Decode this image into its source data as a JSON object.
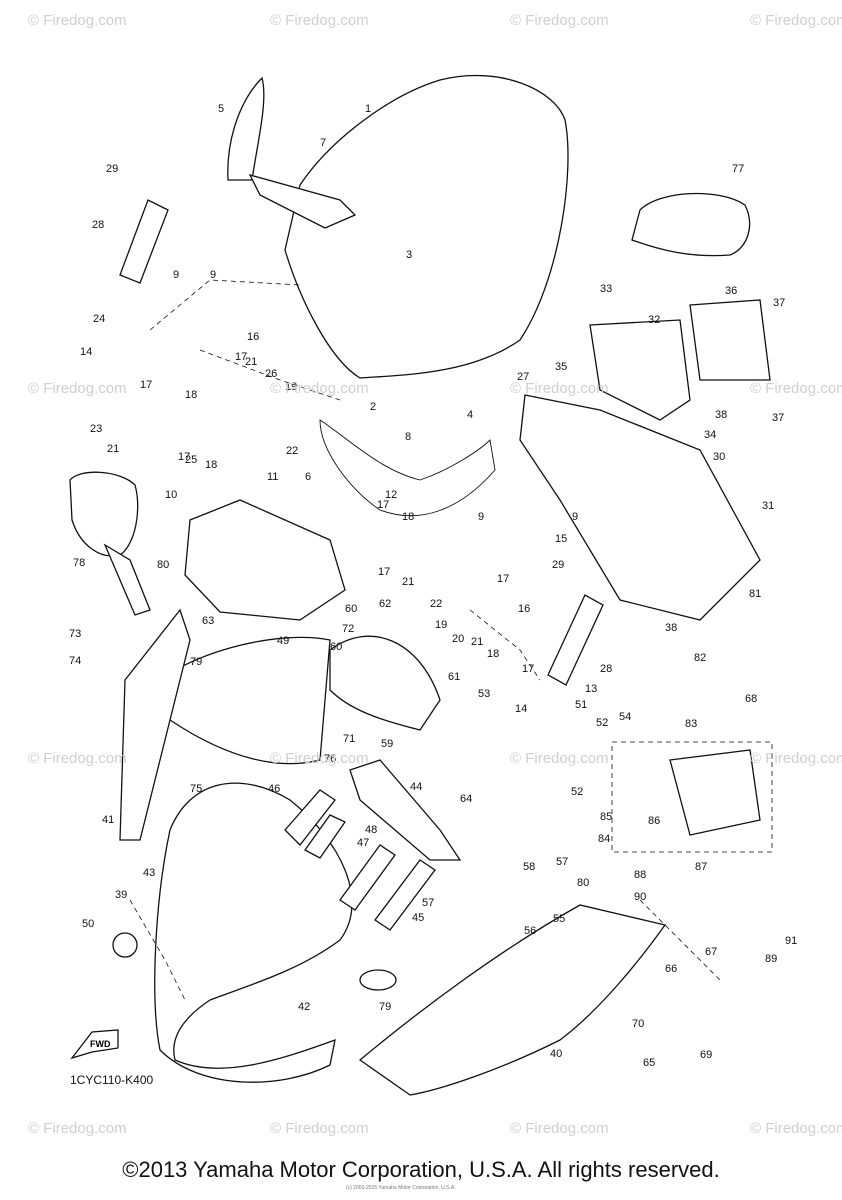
{
  "watermarks": [
    "© Firedog.com",
    "© Firedog.com",
    "© Firedog.com",
    "© Firedog.com",
    "© Firedog.com",
    "© Firedog.com",
    "© Firedog.com",
    "© Firedog.com",
    "© Firedog.com",
    "© Firedog.com",
    "© Firedog.com",
    "© Firedog.com",
    "© Firedog.com",
    "© Firedog.com",
    "© Firedog.com",
    "© Firedog.com"
  ],
  "diagram_code": "1CYC110-K400",
  "fwd_label": "FWD",
  "copyright": "©2013 Yamaha Motor Corporation, U.S.A. All rights reserved.",
  "fine_print": "(c) 2003-2015 Yamaha Motor Corporation, U.S.A.",
  "callouts": [
    "1",
    "2",
    "3",
    "4",
    "5",
    "6",
    "7",
    "8",
    "9",
    "9",
    "9",
    "9",
    "10",
    "11",
    "12",
    "13",
    "14",
    "14",
    "15",
    "16",
    "16",
    "17",
    "17",
    "17",
    "17",
    "17",
    "17",
    "17",
    "18",
    "18",
    "18",
    "18",
    "19",
    "19",
    "20",
    "21",
    "21",
    "21",
    "21",
    "22",
    "22",
    "23",
    "24",
    "25",
    "26",
    "27",
    "28",
    "28",
    "29",
    "29",
    "30",
    "31",
    "32",
    "33",
    "34",
    "35",
    "36",
    "37",
    "37",
    "38",
    "38",
    "39",
    "40",
    "41",
    "42",
    "43",
    "44",
    "45",
    "46",
    "47",
    "48",
    "49",
    "50",
    "51",
    "52",
    "52",
    "53",
    "54",
    "55",
    "56",
    "57",
    "57",
    "58",
    "59",
    "60",
    "60",
    "61",
    "62",
    "63",
    "64",
    "65",
    "66",
    "67",
    "68",
    "69",
    "70",
    "71",
    "72",
    "73",
    "74",
    "75",
    "76",
    "77",
    "78",
    "79",
    "79",
    "80",
    "80",
    "81",
    "82",
    "83",
    "84",
    "85",
    "86",
    "87",
    "88",
    "89",
    "90",
    "91"
  ]
}
